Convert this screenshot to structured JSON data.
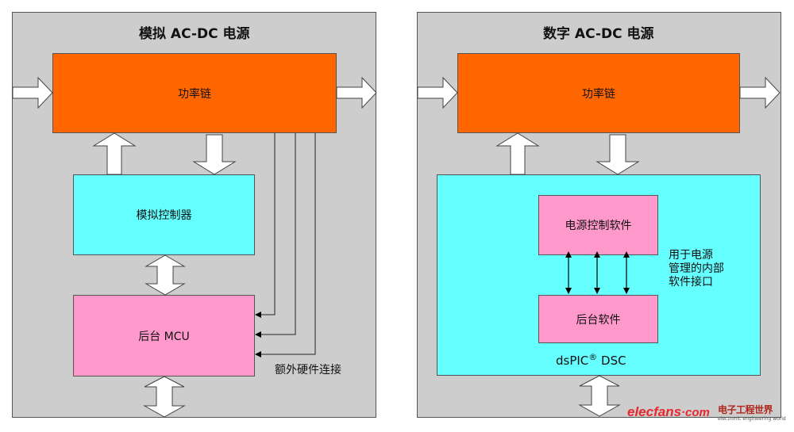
{
  "left_panel": {
    "title": "模拟 AC-DC 电源",
    "power_chain": "功率链",
    "analog_controller": "模拟控制器",
    "background_mcu": "后台 MCU",
    "extra_hw_connection": "额外硬件连接"
  },
  "right_panel": {
    "title": "数字 AC-DC 电源",
    "power_chain": "功率链",
    "power_control_software": "电源控制软件",
    "background_software": "后台软件",
    "internal_interface_note": [
      "用于电源",
      "管理的内部",
      "软件接口"
    ],
    "dsc_label": "dsPIC",
    "dsc_reg_mark": "®",
    "dsc_suffix": " DSC"
  },
  "watermark": {
    "brand": "elecfans",
    "dotcom": "·com",
    "cn_brand": "电子工程世界",
    "sub": "electronic engineering world"
  },
  "colors": {
    "panel": "#cdcdcd",
    "power_chain": "#ff6600",
    "controller": "#66ffff",
    "mcu": "#ff99cc",
    "arrow_fill": "#ffffff"
  }
}
